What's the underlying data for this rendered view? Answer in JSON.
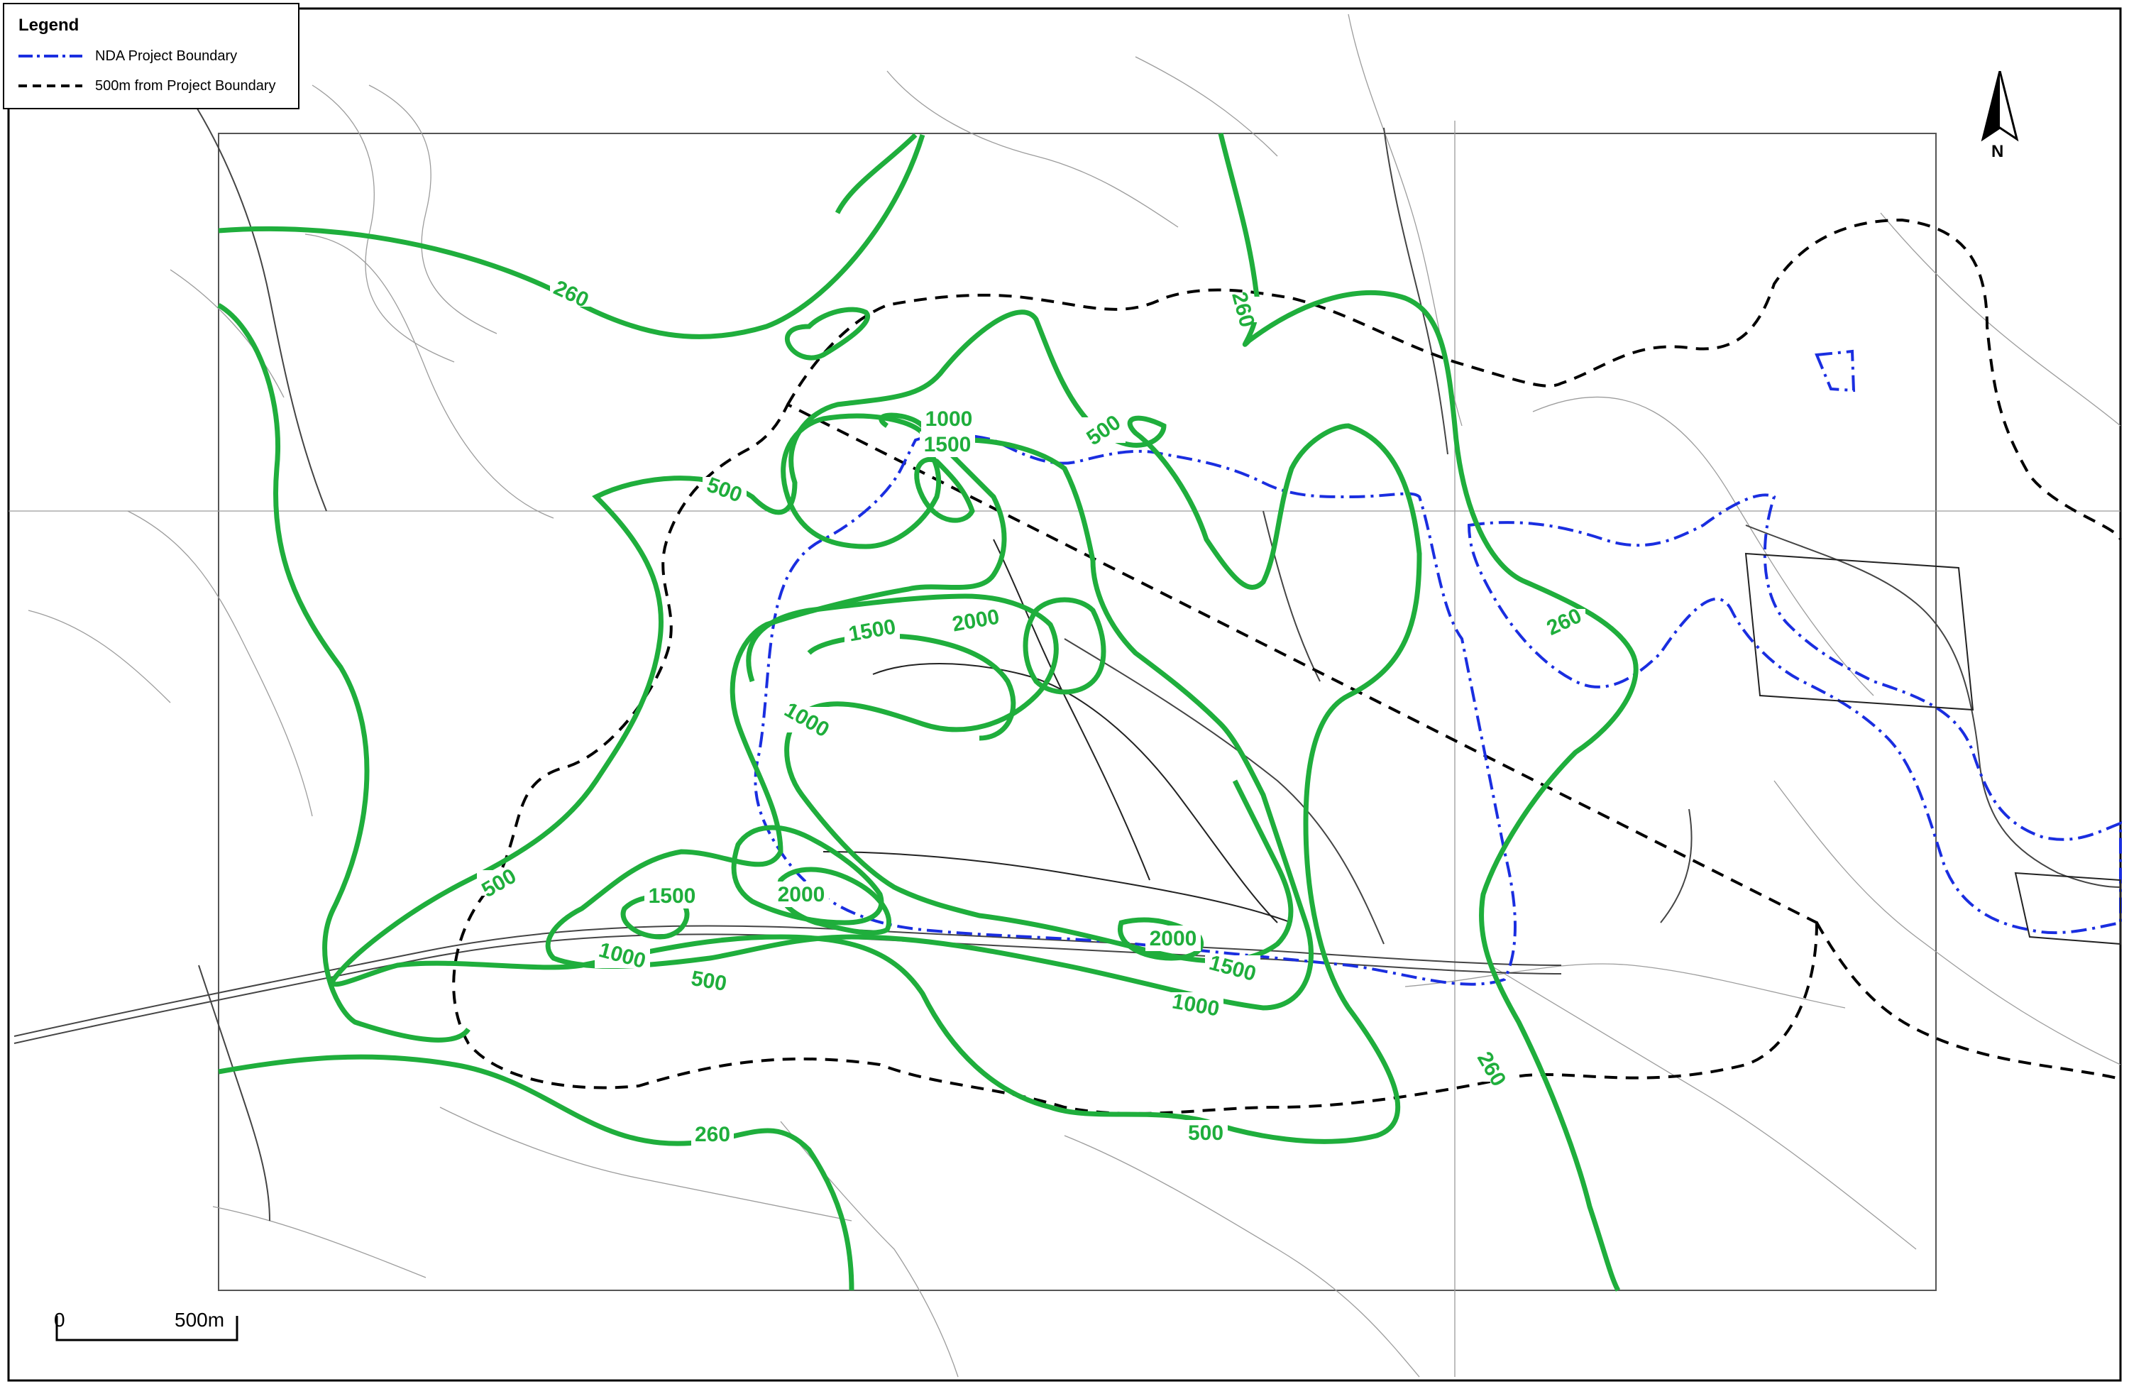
{
  "legend": {
    "title": "Legend",
    "items": [
      {
        "label": "NDA Project Boundary",
        "style": "dash-dot",
        "color": "#1a2ee0"
      },
      {
        "label": "500m from Project Boundary",
        "style": "dashed",
        "color": "#000000"
      }
    ]
  },
  "scale": {
    "start": "0",
    "end": "500m"
  },
  "north_label": "N",
  "contour_color": "#1fae3c",
  "contour_labels": [
    "260",
    "260",
    "260",
    "260",
    "260",
    "500",
    "500",
    "500",
    "500",
    "500",
    "1000",
    "1000",
    "1000",
    "1000",
    "1500",
    "1500",
    "1500",
    "1500",
    "2000",
    "2000",
    "2000"
  ]
}
